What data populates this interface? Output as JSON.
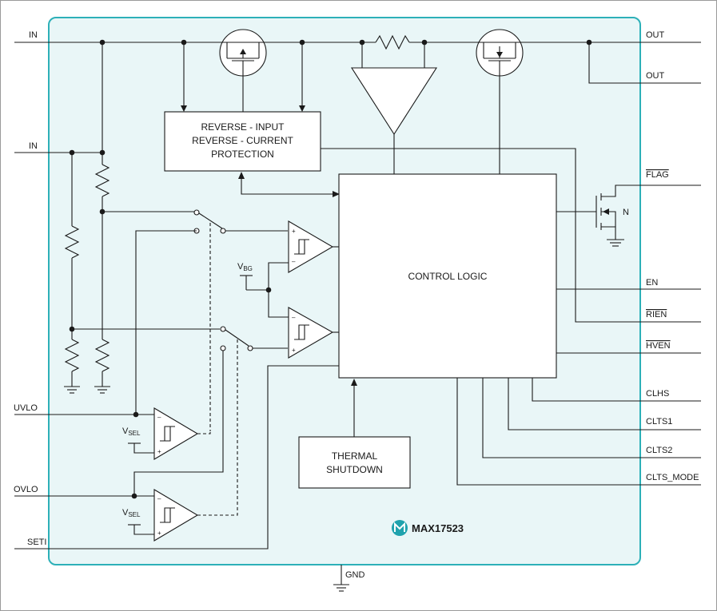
{
  "pins_left": {
    "in1": "IN",
    "in2": "IN",
    "uvlo": "UVLO",
    "ovlo": "OVLO",
    "seti": "SETI"
  },
  "pins_right": {
    "out1": "OUT",
    "out2": "OUT",
    "flag": "FLAG",
    "en": "EN",
    "rien": "RIEN",
    "hven": "HVEN",
    "clhs": "CLHS",
    "clts1": "CLTS1",
    "clts2": "CLTS2",
    "clts_mode": "CLTS_MODE"
  },
  "gnd_label": "GND",
  "blocks": {
    "protection": [
      "REVERSE - INPUT",
      "REVERSE - CURRENT",
      "PROTECTION"
    ],
    "control": "CONTROL LOGIC",
    "thermal": [
      "THERMAL",
      "SHUTDOWN"
    ]
  },
  "vbg": {
    "main": "V",
    "sub": "BG"
  },
  "vsel": {
    "main": "V",
    "sub": "SEL"
  },
  "nmos_label": "N",
  "part_number": "MAX17523",
  "colors": {
    "chip_fill": "#e9f6f7",
    "chip_border": "#2db0b8",
    "logo": "#1fa2ad",
    "line": "#1a1a1a"
  }
}
